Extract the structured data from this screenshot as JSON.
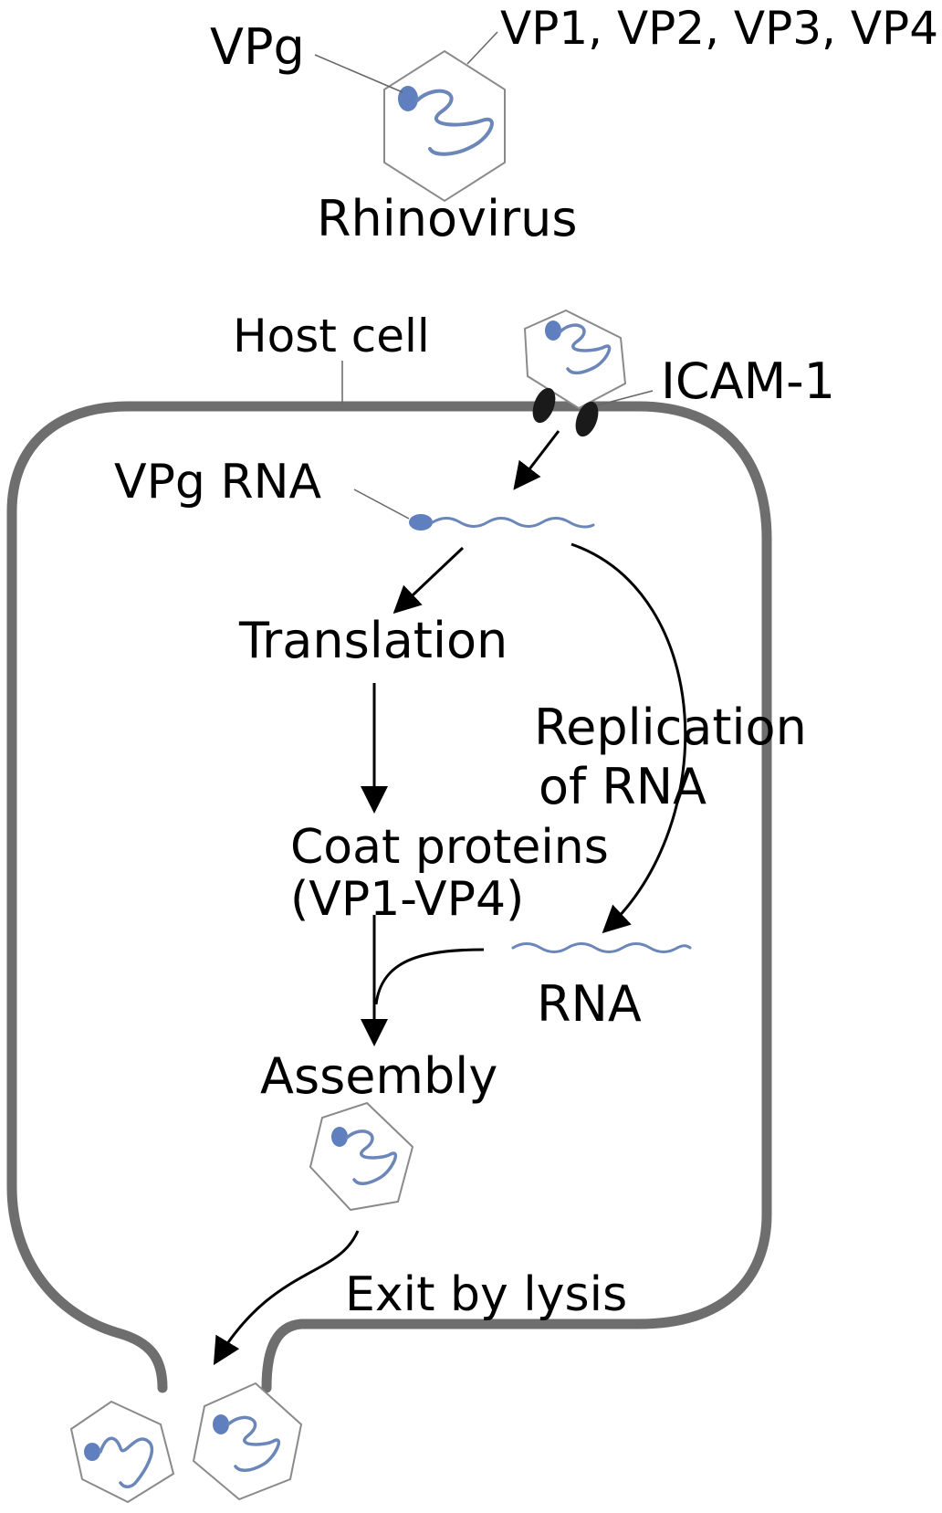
{
  "labels": {
    "vpg": "VPg",
    "vp_list": "VP1, VP2, VP3, VP4",
    "rhinovirus": "Rhinovirus",
    "host_cell": "Host cell",
    "icam": "ICAM-1",
    "vpg_rna": "VPg RNA",
    "translation": "Translation",
    "replication_line1": "Replication",
    "replication_line2": "of RNA",
    "coat_line1": "Coat proteins",
    "coat_line2": "(VP1-VP4)",
    "rna": "RNA",
    "assembly": "Assembly",
    "exit": "Exit by lysis"
  },
  "colors": {
    "membrane": "#6e6e6e",
    "rna": "#6b86b8",
    "vpg_dot": "#5f7fbf",
    "capsid": "#8a8a8a",
    "receptor": "#1a1a1a",
    "arrow": "#000000"
  }
}
